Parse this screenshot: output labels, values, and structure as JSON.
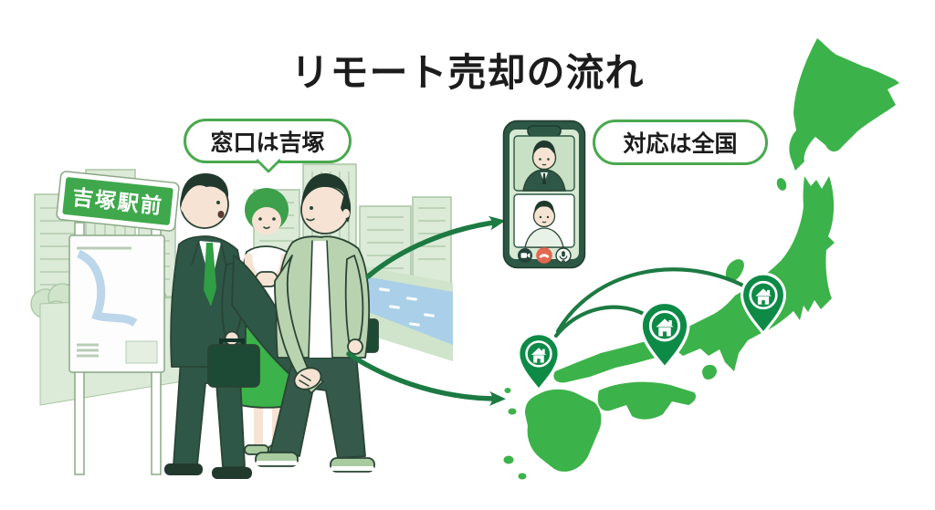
{
  "title": "リモート売却の流れ",
  "speech_bubbles": {
    "left": {
      "label": "窓口は吉塚"
    },
    "right": {
      "label": "対応は全国"
    }
  },
  "street_scene": {
    "station_sign_label": "吉塚駅前",
    "figures": [
      "agent-in-suit",
      "woman-seller",
      "man-seller-handshake"
    ]
  },
  "phone": {
    "call_tiles": [
      "agent-video-tile",
      "customer-video-tile"
    ],
    "call_buttons": [
      {
        "icon": "video-camera-icon"
      },
      {
        "icon": "end-call-icon"
      },
      {
        "icon": "microphone-icon"
      }
    ]
  },
  "map": {
    "country": "japan-silhouette",
    "pins": [
      {
        "icon": "house-pin-icon",
        "position": "kyushu"
      },
      {
        "icon": "house-pin-icon",
        "position": "chubu"
      },
      {
        "icon": "house-pin-icon",
        "position": "kanto"
      }
    ]
  },
  "colors": {
    "map_green": "#3cb24a",
    "pin_green": "#0e8a47",
    "line_green": "#1c7a42",
    "bubble_border": "#4aa94f",
    "sign_green": "#3fa84c",
    "suit_green": "#2e5747",
    "phone_body": "#2d5845",
    "screen_green": "#d7e8d3",
    "tile_green": "#c8e0c4",
    "end_call_red": "#e4674f",
    "bg_light": "#dcead8",
    "bg_mid": "#cfe4ca",
    "bg_outline": "#a9c6a4",
    "river_blue": "#aacfe8",
    "text_black": "#1c1c1c",
    "skin": "#f6e3d3",
    "cardigan_green": "#b9d3b1",
    "pants_green": "#35594a",
    "skirt_green": "#3cb24a",
    "hair_dark": "#21392d",
    "hair_green": "#3da04b",
    "bag_green": "#1d4a35",
    "shoe_green": "#a8cba0"
  }
}
